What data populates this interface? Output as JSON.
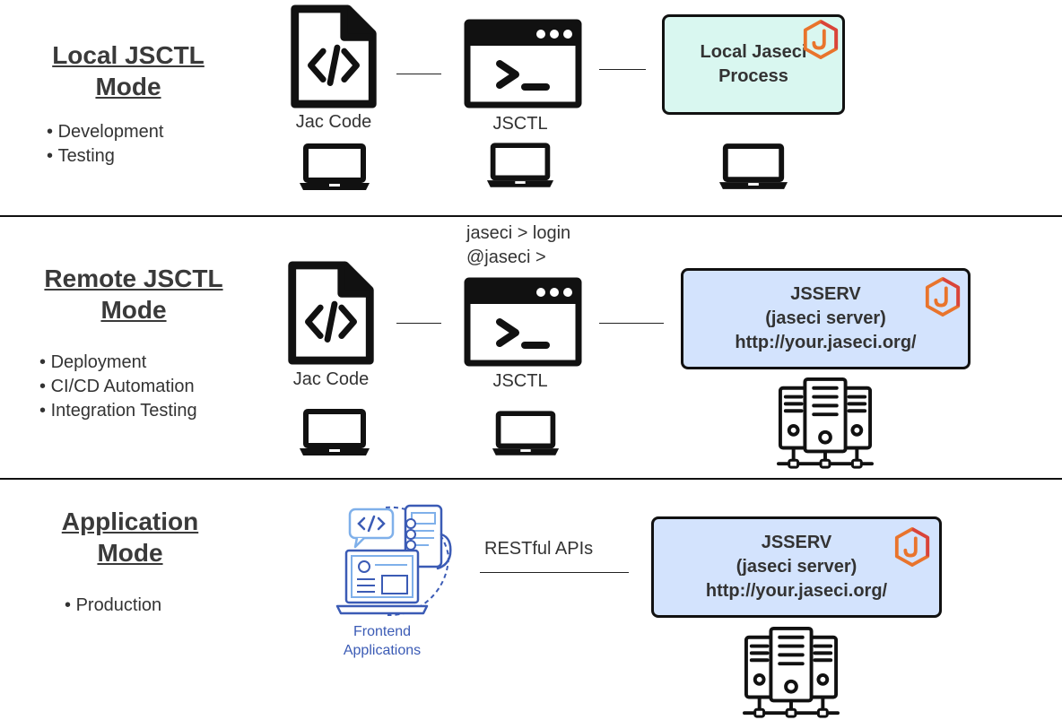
{
  "colors": {
    "local_process_fill": "#d9f7f0",
    "server_fill": "#d3e3fd",
    "logo_orange": "#e9742c",
    "logo_red": "#d9433a",
    "frontend_blue": "#3b5bb5",
    "frontend_light": "#7fb0ea",
    "line": "#111111"
  },
  "sections": {
    "local": {
      "title_line1": "Local JSCTL",
      "title_line2": "Mode",
      "bullets": [
        "Development",
        "Testing"
      ],
      "code_label": "Jac Code",
      "jsctl_label": "JSCTL",
      "process_line1": "Local Jaseci",
      "process_line2": "Process"
    },
    "remote": {
      "title_line1": "Remote JSCTL",
      "title_line2": "Mode",
      "bullets": [
        "Deployment",
        "CI/CD Automation",
        "Integration Testing"
      ],
      "prompt_line1": "jaseci > login",
      "prompt_line2": "@jaseci >",
      "code_label": "Jac Code",
      "jsctl_label": "JSCTL",
      "server_line1": "JSSERV",
      "server_line2": "(jaseci server)",
      "server_line3": "http://your.jaseci.org/"
    },
    "application": {
      "title_line1": "Application",
      "title_line2": "Mode",
      "bullets": [
        "Production"
      ],
      "frontend_line1": "Frontend",
      "frontend_line2": "Applications",
      "api_label": "RESTful APIs",
      "server_line1": "JSSERV",
      "server_line2": "(jaseci server)",
      "server_line3": "http://your.jaseci.org/"
    }
  },
  "icons": {
    "code_file": "code-file-icon",
    "terminal": "terminal-window-icon",
    "laptop": "laptop-icon",
    "server_rack": "server-rack-icon",
    "jaseci_logo": "jaseci-logo-icon",
    "frontend_apps": "frontend-apps-illustration"
  }
}
